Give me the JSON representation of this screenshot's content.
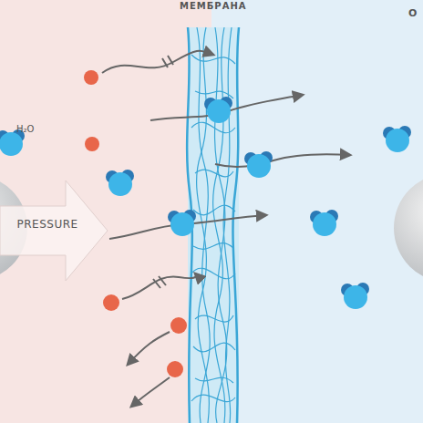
{
  "diagram": {
    "nodes": [
      {
        "text": [
          "МЕМБРАНА"
        ]
      },
      {
        "text": [
          "PRESSURE"
        ]
      }
    ],
    "labels": [
      "H₂O",
      "О"
    ]
  }
}
